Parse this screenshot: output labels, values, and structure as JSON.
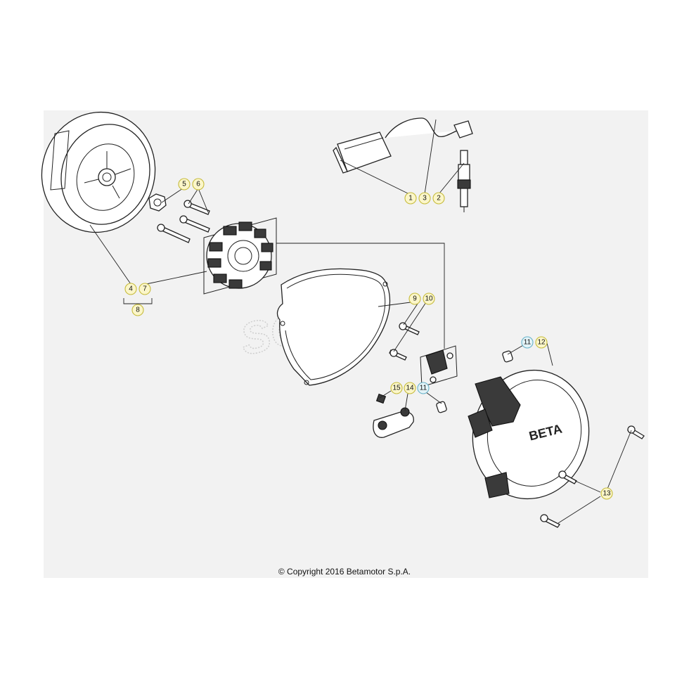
{
  "diagram": {
    "copyright": "© Copyright 2016 Betamotor S.p.A.",
    "watermark": "SOFT",
    "cover_logo": "BETA",
    "callouts": {
      "c1": "1",
      "c2": "2",
      "c3": "3",
      "c4": "4",
      "c5": "5",
      "c6": "6",
      "c7": "7",
      "c8": "8",
      "c9": "9",
      "c10": "10",
      "c11a": "11",
      "c11b": "11",
      "c12": "12",
      "c13": "13",
      "c14": "14",
      "c15": "15"
    }
  }
}
